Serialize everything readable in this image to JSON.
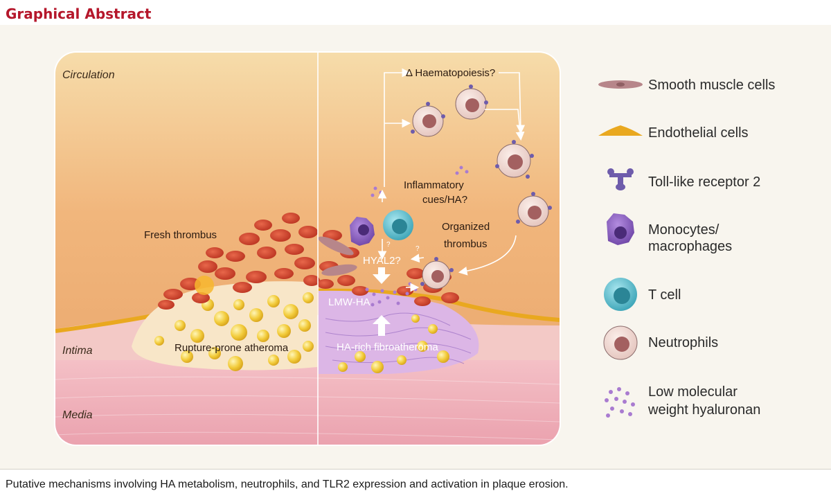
{
  "header": {
    "title": "Graphical Abstract"
  },
  "diagram": {
    "layer_labels": {
      "circulation": "Circulation",
      "intima": "Intima",
      "media": "Media"
    },
    "left_panel": {
      "thrombus_label": "Fresh thrombus",
      "plaque_label": "Rupture-prone atheroma"
    },
    "right_panel": {
      "haematopoiesis_label": "Δ Haematopoiesis?",
      "inflammatory_line1": "Inflammatory",
      "inflammatory_line2": "cues/HA?",
      "organized_line1": "Organized",
      "organized_line2": "thrombus",
      "hyal2_label": "HYAL2?",
      "lmwha_label": "LMW-HA",
      "plaque_label": "HA-rich fibroatheroma",
      "question_mark": "?"
    }
  },
  "legend": {
    "items": [
      {
        "label": "Smooth muscle cells",
        "icon": "smooth-muscle-cell-icon"
      },
      {
        "label": "Endothelial cells",
        "icon": "endothelial-cell-icon"
      },
      {
        "label": "Toll-like receptor 2",
        "icon": "tlr2-icon"
      },
      {
        "line1": "Monocytes/",
        "line2": "macrophages",
        "icon": "monocyte-icon"
      },
      {
        "label": "T cell",
        "icon": "t-cell-icon"
      },
      {
        "label": "Neutrophils",
        "icon": "neutrophil-icon"
      },
      {
        "line1": "Low molecular",
        "line2": "weight hyaluronan",
        "icon": "hyaluronan-icon"
      }
    ]
  },
  "colors": {
    "title": "#b5172b",
    "thrombus": "#d0462c",
    "plasma": "#f3c58e",
    "media": "#eeaab4",
    "monocyte": "#8e62c2",
    "t_cell": "#4fb6c6",
    "tlr2": "#6e5cab"
  },
  "caption": "Putative mechanisms involving HA metabolism, neutrophils, and TLR2 expression and activation in plaque erosion."
}
